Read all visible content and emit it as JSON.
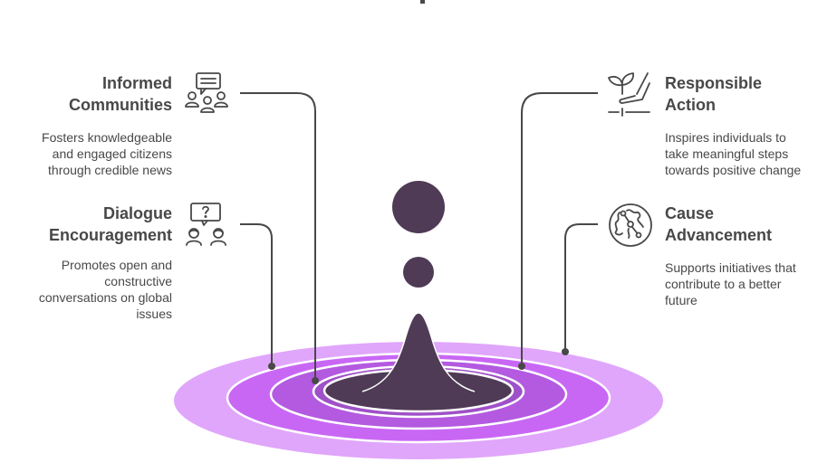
{
  "title_fragment": "",
  "colors": {
    "text": "#484848",
    "line": "#484848",
    "drop": "#4f3b56",
    "ring_outer": "#e0a6fb",
    "ring_2": "#c967f5",
    "ring_3": "#b35ae0",
    "ring_4": "#9f51c8",
    "ring_inner": "#4f3b56"
  },
  "items": [
    {
      "id": "informed-communities",
      "side": "left",
      "icon": "community-chat-icon",
      "heading_line1": "Informed",
      "heading_line2": "Communities",
      "description": [
        "Fosters knowledgeable",
        "and engaged citizens",
        "through credible news"
      ]
    },
    {
      "id": "dialogue-encouragement",
      "side": "left",
      "icon": "dialogue-question-icon",
      "heading_line1": "Dialogue",
      "heading_line2": "Encouragement",
      "description": [
        "Promotes open and",
        "constructive",
        "conversations on global",
        "issues"
      ]
    },
    {
      "id": "responsible-action",
      "side": "right",
      "icon": "plant-hand-icon",
      "heading_line1": "Responsible",
      "heading_line2": "Action",
      "description": [
        "Inspires individuals to",
        "take meaningful steps",
        "towards positive change"
      ]
    },
    {
      "id": "cause-advancement",
      "side": "right",
      "icon": "cause-path-icon",
      "heading_line1": "Cause",
      "heading_line2": "Advancement",
      "description": [
        "Supports initiatives that",
        "contribute to a better",
        "future"
      ]
    }
  ]
}
